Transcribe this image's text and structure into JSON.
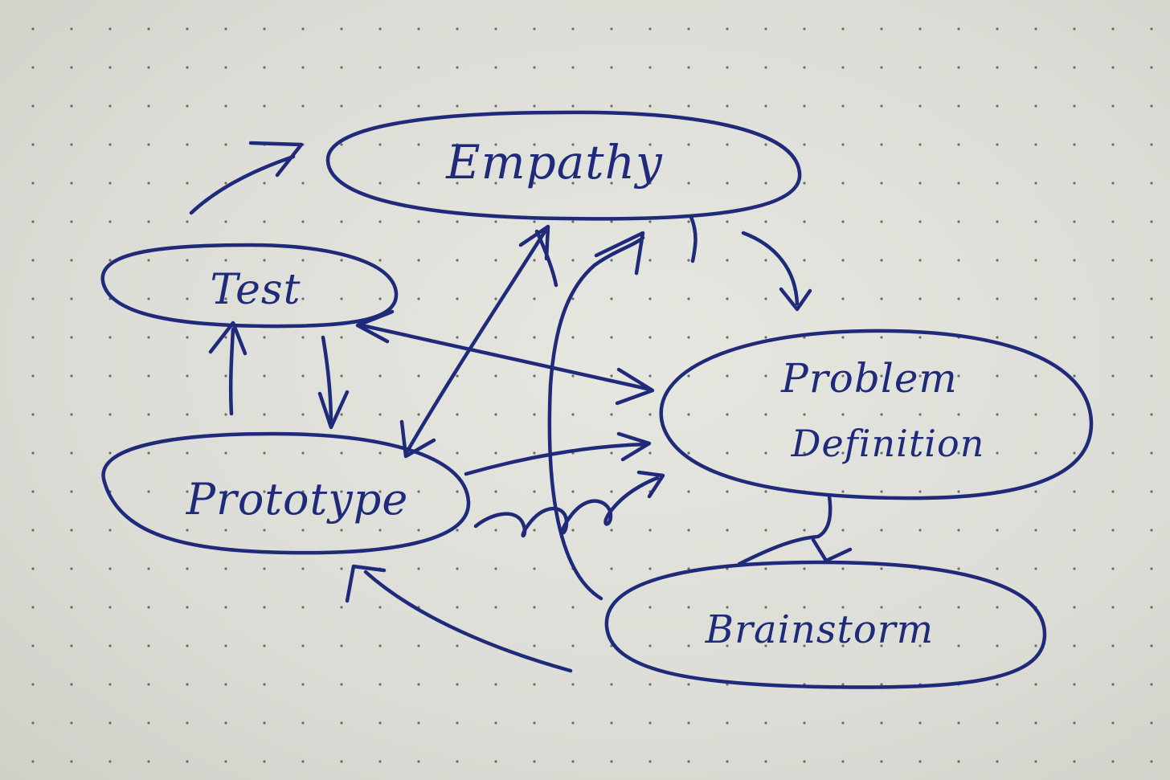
{
  "diagram": {
    "ink_color": "#1f2a7a",
    "paper_color": "#dcddd6",
    "nodes": {
      "empathy": "Empathy",
      "test": "Test",
      "problem_line1": "Problem",
      "problem_line2": "Definition",
      "prototype": "Prototype",
      "brainstorm": "Brainstorm"
    },
    "edges": [
      {
        "from": "Test",
        "to": "Empathy"
      },
      {
        "from": "Empathy",
        "to": "Problem Definition"
      },
      {
        "from": "Problem Definition",
        "to": "Brainstorm"
      },
      {
        "from": "Brainstorm",
        "to": "Empathy"
      },
      {
        "from": "Brainstorm",
        "to": "Prototype"
      },
      {
        "from": "Prototype",
        "to": "Test"
      },
      {
        "from": "Test",
        "to": "Prototype"
      },
      {
        "from": "Test",
        "to": "Problem Definition",
        "bidirectional": true
      },
      {
        "from": "Prototype",
        "to": "Empathy",
        "bidirectional": true
      },
      {
        "from": "Prototype",
        "to": "Problem Definition"
      }
    ]
  }
}
